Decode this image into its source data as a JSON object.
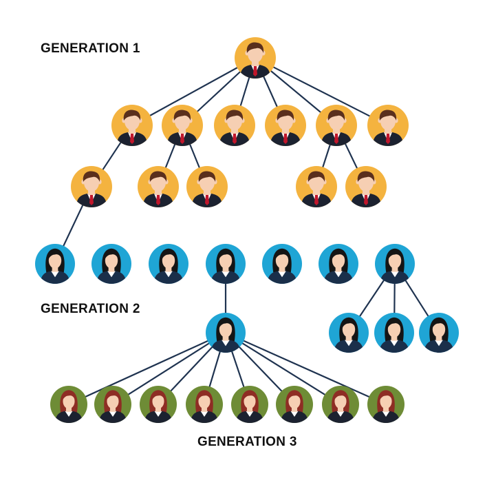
{
  "labels": {
    "generation_1": "GENERATION 1",
    "generation_2": "GENERATION 2",
    "generation_3": "GENERATION 3"
  },
  "colors": {
    "line": "#1f3350",
    "gen1_bg": "#f4b33f",
    "gen2_bg": "#1fa5d5",
    "gen3_bg": "#6e8c36",
    "skin": "#f6cfb3",
    "man_hair": "#5a2f1d",
    "woman_dark_hair": "#151515",
    "woman_red_hair": "#8e2d24",
    "suit": "#1c2230",
    "tie": "#c0162b",
    "shirt": "#ffffff",
    "gen2_suit": "#1a2f4a"
  },
  "icons": {
    "gen1": "businessman-avatar-icon",
    "gen2": "businesswoman-avatar-icon",
    "gen3": "redhead-woman-avatar-icon"
  }
}
